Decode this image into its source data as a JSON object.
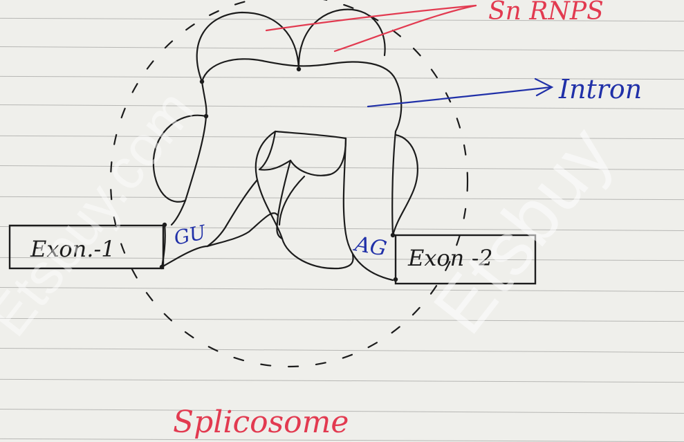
{
  "diagram": {
    "labels": {
      "exon_1": "Exon.-1",
      "exon_2": "Exon -2",
      "gu_site": "GU",
      "ag_site": "AG",
      "snrnps": "Sn RNPS",
      "intron": "Intron",
      "title": "Splicosome"
    }
  },
  "watermark": {
    "text": "Etsbuy",
    "domain": "Etsbuy.com"
  },
  "colors": {
    "paper": "#efefeb",
    "ruled_line": "#a9a9a6",
    "ink_black": "#1c1c1c",
    "ink_red": "#e23a50",
    "ink_blue": "#2030a8"
  }
}
